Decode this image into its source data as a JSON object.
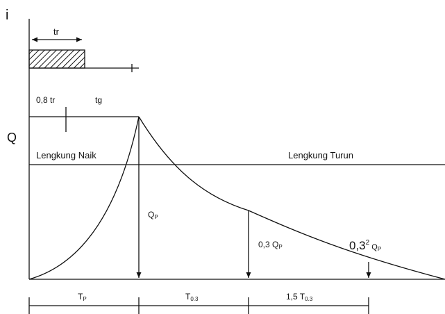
{
  "axes": {
    "rain_axis_label": "i",
    "discharge_axis_label": "Q"
  },
  "hyetograph": {
    "duration_label": "tr"
  },
  "timing": {
    "lag_fraction_label": "0,8 tr",
    "lag_time_label": "tg"
  },
  "curves": {
    "rising_limb_label": "Lengkung Naik",
    "falling_limb_label": "Lengkung Turun"
  },
  "discharges": {
    "peak": {
      "base": "Q",
      "sub": "P"
    },
    "second": {
      "base": "0,3 Q",
      "sub": "P"
    },
    "third": {
      "base": "0,3",
      "sup": "2",
      "mid": " Q",
      "sub": "P"
    }
  },
  "intervals": {
    "time_to_peak": {
      "base": "T",
      "sub": "P"
    },
    "first_recession": {
      "base": "T",
      "sub": "0.3"
    },
    "second_recession": {
      "base": "1,5 T",
      "sub": "0.3"
    }
  },
  "colors": {
    "line": "#111111",
    "background": "#ffffff"
  }
}
